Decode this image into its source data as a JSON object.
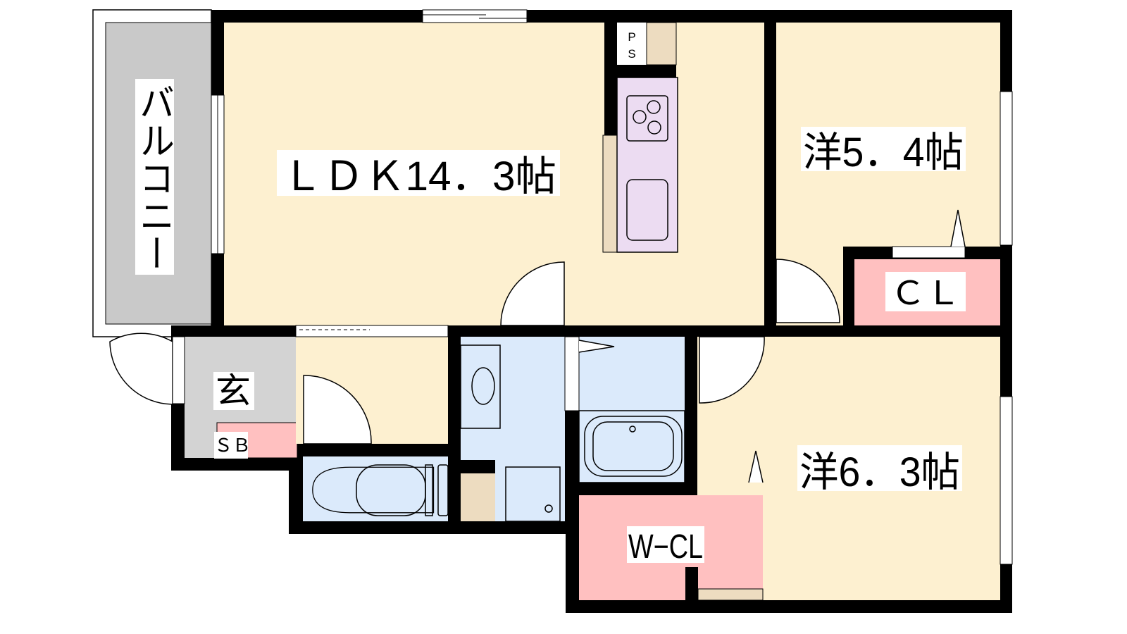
{
  "rooms": {
    "ldk": "ＬＤＫ14．3帖",
    "western_a": "洋5．4帖",
    "western_b": "洋6．3帖",
    "closet": "ＣＬ",
    "walk_in_closet": "W−CL",
    "entrance": "玄",
    "shoe_box": "ＳＢ",
    "pipe_space_p": "P",
    "pipe_space_s": "S",
    "balcony": "バルコニー"
  },
  "colors": {
    "living": "#fdf0d0",
    "wet": "#dbeafb",
    "closet": "#ffc0c0",
    "entrance": "#d3d3d3",
    "balcony": "#c9c9c9",
    "kitchen": "#ecdcf2",
    "storage": "#eddcc0",
    "wall": "#000000"
  }
}
